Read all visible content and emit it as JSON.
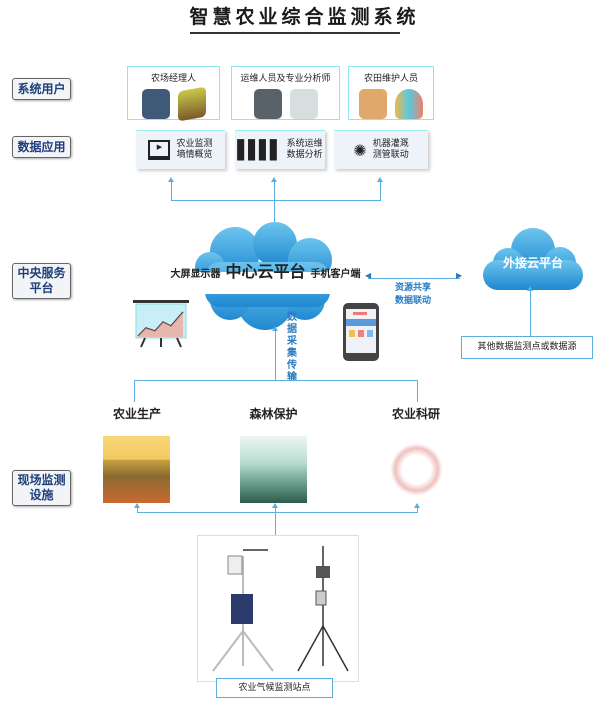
{
  "title": "智慧农业综合监测系统",
  "rows": {
    "users": "系统用户",
    "apps": "数据应用",
    "platform_line1": "中央服务",
    "platform_line2": "平台",
    "field_line1": "现场监测",
    "field_line2": "设施"
  },
  "users": [
    {
      "label": "农场经理人"
    },
    {
      "label": "运维人员及专业分析师"
    },
    {
      "label": "农田维护人员"
    }
  ],
  "apps": [
    {
      "line1": "农业监测",
      "line2": "墒情概览"
    },
    {
      "line1": "系统运维",
      "line2": "数据分析"
    },
    {
      "line1": "机器灌溉",
      "line2": "测管联动"
    }
  ],
  "cloud": {
    "left": "大屏显示器",
    "center": "中心云平台",
    "right": "手机客户端"
  },
  "external_cloud": "外接云平台",
  "link_line1": "资源共享",
  "link_line2": "数据联动",
  "other_sources": "其他数据监测点或数据源",
  "collection": "数据采集传输",
  "sections": [
    {
      "label": "农业生产"
    },
    {
      "label": "森林保护"
    },
    {
      "label": "农业科研"
    }
  ],
  "station": "农业气候监测站点"
}
